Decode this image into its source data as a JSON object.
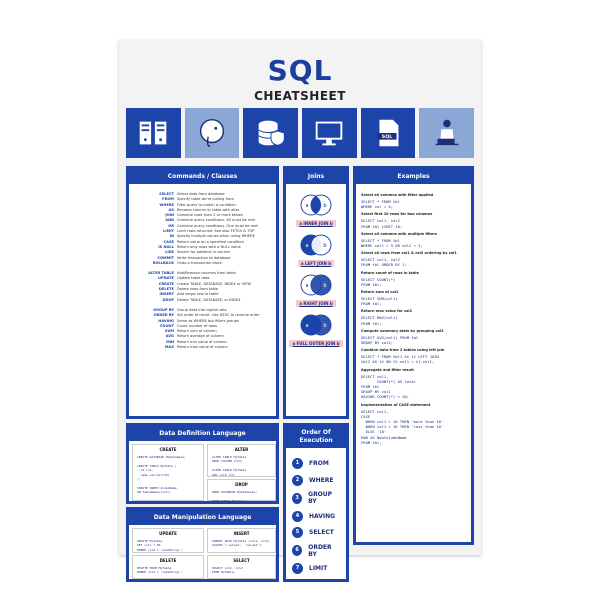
{
  "header": {
    "title": "SQL",
    "subtitle": "CHEATSHEET"
  },
  "icon_tiles": [
    "server-icon",
    "elephant-icon",
    "database-shield-icon",
    "monitor-icon",
    "sql-file-icon",
    "person-laptop-icon"
  ],
  "commands": {
    "title": "Commands / Clauses",
    "group1": [
      {
        "k": "SELECT",
        "d": "Select data from database"
      },
      {
        "k": "FROM",
        "d": "Specify table we're pulling from"
      },
      {
        "k": "WHERE",
        "d": "Filter query to match a condition"
      },
      {
        "k": "AS",
        "d": "Rename column or table with alias"
      },
      {
        "k": "JOIN",
        "d": "Combine rows from 2 or more tables"
      },
      {
        "k": "AND",
        "d": "Combine query conditions. All must be met"
      },
      {
        "k": "OR",
        "d": "Combine query conditions. One must be met"
      },
      {
        "k": "LIMIT",
        "d": "Limit rows returned. See also FETCH & TOP"
      },
      {
        "k": "IN",
        "d": "Specify multiple values when using WHERE"
      },
      {
        "k": "CASE",
        "d": "Return value on a specified condition"
      },
      {
        "k": "IS NULL",
        "d": "Return only rows with a NULL value"
      },
      {
        "k": "LIKE",
        "d": "Search for patterns in column"
      },
      {
        "k": "COMMIT",
        "d": "Write transaction to database"
      },
      {
        "k": "ROLLBACK",
        "d": "Undo a transaction block"
      }
    ],
    "group2": [
      {
        "k": "ALTER TABLE",
        "d": "Add/Remove columns from table"
      },
      {
        "k": "UPDATE",
        "d": "Update table data"
      },
      {
        "k": "CREATE",
        "d": "Create TABLE, DATABASE, INDEX or VIEW"
      },
      {
        "k": "DELETE",
        "d": "Delete rows from table"
      },
      {
        "k": "INSERT",
        "d": "Add single row to table"
      },
      {
        "k": "DROP",
        "d": "Delete TABLE, DATABASE, or INDEX"
      }
    ],
    "group3": [
      {
        "k": "GROUP BY",
        "d": "Group data into logical sets"
      },
      {
        "k": "ORDER BY",
        "d": "Set order of result. Use DESC to reverse order"
      },
      {
        "k": "HAVING",
        "d": "Same as WHERE but filters groups"
      },
      {
        "k": "COUNT",
        "d": "Count number of rows"
      },
      {
        "k": "SUM",
        "d": "Return sum of column"
      },
      {
        "k": "AVG",
        "d": "Return average of column"
      },
      {
        "k": "MIN",
        "d": "Return min value of column"
      },
      {
        "k": "MAX",
        "d": "Return max value of column"
      }
    ]
  },
  "joins": {
    "title": "Joins",
    "items": [
      {
        "label": "a INNER JOIN b"
      },
      {
        "label": "a LEFT JOIN b"
      },
      {
        "label": "a RIGHT JOIN b"
      },
      {
        "label": "a FULL OUTER JOIN b"
      }
    ],
    "a": "a",
    "b": "b"
  },
  "examples": {
    "title": "Examples",
    "items": [
      {
        "t": "Select all columns with filter applied",
        "code": "SELECT * FROM tbl\nWHERE col = 5;"
      },
      {
        "t": "Select first 10 rows for two columns",
        "code": "SELECT col1, col2\nFROM tbl LIMIT 10;"
      },
      {
        "t": "Select all columns with multiple filters",
        "code": "SELECT * FROM tbl\nWHERE col1 > 5 OR col2 < 2;"
      },
      {
        "t": "Select all rows from col1 & col2 ordering by col1",
        "code": "SELECT col1, col2\nFROM tbl ORDER BY 1;"
      },
      {
        "t": "Return count of rows in table",
        "code": "SELECT COUNT(*)\nFROM tbl;"
      },
      {
        "t": "Return sum of col1",
        "code": "SELECT SUM(col1)\nFROM tbl;"
      },
      {
        "t": "Return max value for col1",
        "code": "SELECT MAX(col1)\nFROM tbl;"
      },
      {
        "t": "Compute summary stats by grouping col2",
        "code": "SELECT AVG(col1) FROM tbl\nGROUP BY col2;"
      },
      {
        "t": "Combine data from 2 tables using left join",
        "code": "SELECT * FROM tbl1 AS t1 LEFT JOIN\ntbl2 AS t2 ON t2.col1 = t1.col1;"
      },
      {
        "t": "Aggregate and filter result",
        "code": "SELECT col1,\n       COUNT(*) AS total\nFROM tbl\nGROUP BY col1\nHAVING COUNT(*) > 10;"
      },
      {
        "t": "Implementation of CASE statement",
        "code": "SELECT col1,\nCASE\n  WHEN col1 > 10 THEN 'more than 10'\n  WHEN col1 < 10 THEN 'less than 10'\n  ELSE '10'\nEND AS NewColumnName\nFROM tbl;"
      }
    ]
  },
  "ddl": {
    "title": "Data Definition Language",
    "create_h": "CREATE",
    "create_code": "CREATE DATABASE MyDatabase;\n\nCREATE TABLE MyTable (\n  id int,\n  name varchar(16)\n);\n\nCREATE INDEX IndexName\nON TableName(col1);",
    "alter_h": "ALTER",
    "alter_code": "ALTER TABLE MyTable\nDROP COLUMN col5;\n\nALTER TABLE MyTable\nADD col5 int;",
    "drop_h": "DROP",
    "drop_code": "DROP DATABASE MyDatabase;\n\nDROP TABLE MyTable;"
  },
  "dml": {
    "title": "Data Manipulation Language",
    "update_h": "UPDATE",
    "update_code": "UPDATE MyTable\nSET col1 = 56\nWHERE col2 = 'something';",
    "insert_h": "INSERT",
    "insert_code": "INSERT INTO MyTable (col1, col2)\nVALUES ('value1', 'value2');",
    "delete_h": "DELETE",
    "delete_code": "DELETE FROM MyTable\nWHERE col1 = 'something';",
    "select_h": "SELECT",
    "select_code": "SELECT col1, col2\nFROM MyTable;"
  },
  "order": {
    "title": "Order Of Execution",
    "items": [
      {
        "n": "1",
        "w": "FROM"
      },
      {
        "n": "2",
        "w": "WHERE"
      },
      {
        "n": "3",
        "w": "GROUP BY"
      },
      {
        "n": "4",
        "w": "HAVING"
      },
      {
        "n": "5",
        "w": "SELECT"
      },
      {
        "n": "6",
        "w": "ORDER BY"
      },
      {
        "n": "7",
        "w": "LIMIT"
      }
    ]
  }
}
